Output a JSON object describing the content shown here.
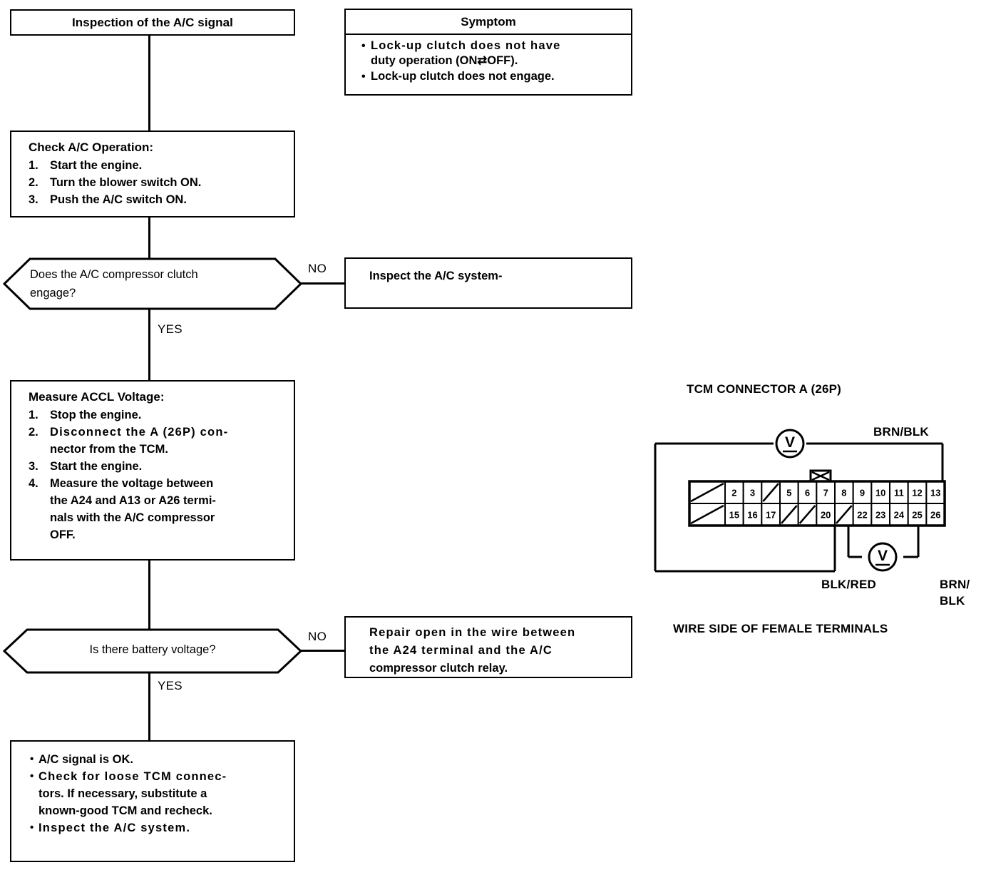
{
  "flow": {
    "title_box": {
      "label": "Inspection of the A/C signal"
    },
    "symptom": {
      "header": "Symptom",
      "items": [
        {
          "bullet": "•",
          "line1": "Lock-up clutch does not have",
          "line2": "duty operation (ON⇄OFF)."
        },
        {
          "bullet": "•",
          "line1": "Lock-up clutch does not engage.",
          "line2": ""
        }
      ]
    },
    "check_box": {
      "header": "Check A/C Operation:",
      "steps": [
        {
          "num": "1.",
          "text": "Start the engine."
        },
        {
          "num": "2.",
          "text": "Turn the blower switch ON."
        },
        {
          "num": "3.",
          "text": "Push the A/C switch ON."
        }
      ]
    },
    "decision1": {
      "line1": "Does the A/C compressor clutch",
      "line2": "engage?",
      "no_label": "NO",
      "yes_label": "YES"
    },
    "inspect_box": {
      "text": "Inspect the A/C system-"
    },
    "measure_box": {
      "header": "Measure ACCL Voltage:",
      "steps": [
        {
          "num": "1.",
          "text": "Stop the engine."
        },
        {
          "num": "2.",
          "text": "Disconnect the A (26P) con-"
        },
        {
          "num": "",
          "text": "nector from the TCM."
        },
        {
          "num": "3.",
          "text": "Start the engine."
        },
        {
          "num": "4.",
          "text": "Measure the voltage between"
        },
        {
          "num": "",
          "text": "the A24 and A13 or A26 termi-"
        },
        {
          "num": "",
          "text": "nals with the A/C compressor"
        },
        {
          "num": "",
          "text": "OFF."
        }
      ]
    },
    "decision2": {
      "line1": "Is there battery voltage?",
      "no_label": "NO",
      "yes_label": "YES"
    },
    "repair_box": {
      "lines": [
        "Repair open in the wire between",
        "the A24 terminal and the A/C",
        "compressor clutch relay."
      ]
    },
    "final_box": {
      "items": [
        {
          "bullet": "•",
          "lines": [
            "A/C signal is OK."
          ]
        },
        {
          "bullet": "•",
          "lines": [
            "Check for loose TCM connec-",
            "tors. If necessary, substitute a",
            "known-good TCM and recheck."
          ]
        },
        {
          "bullet": "•",
          "lines": [
            "Inspect the A/C system."
          ]
        }
      ]
    }
  },
  "connector": {
    "title": "TCM CONNECTOR A (26P)",
    "caption": "WIRE SIDE OF FEMALE TERMINALS",
    "meter_symbol": "V",
    "wire_labels": {
      "top_right": "BRN/BLK",
      "bottom_left": "BLK/RED",
      "bottom_right_line1": "BRN/",
      "bottom_right_line2": "BLK"
    },
    "pins_top": [
      "",
      "2",
      "3",
      "",
      "5",
      "6",
      "7",
      "8",
      "9",
      "10",
      "11",
      "12",
      "13"
    ],
    "pins_bottom": [
      "",
      "15",
      "16",
      "17",
      "",
      "",
      "20",
      "",
      "22",
      "23",
      "24",
      "25",
      "26"
    ],
    "blank_top": [
      0,
      3
    ],
    "blank_bottom": [
      0,
      4,
      5,
      7
    ],
    "probe_pins": [
      "A24",
      "A13",
      "A26"
    ]
  },
  "colors": {
    "ink": "#000000",
    "paper": "#ffffff"
  }
}
